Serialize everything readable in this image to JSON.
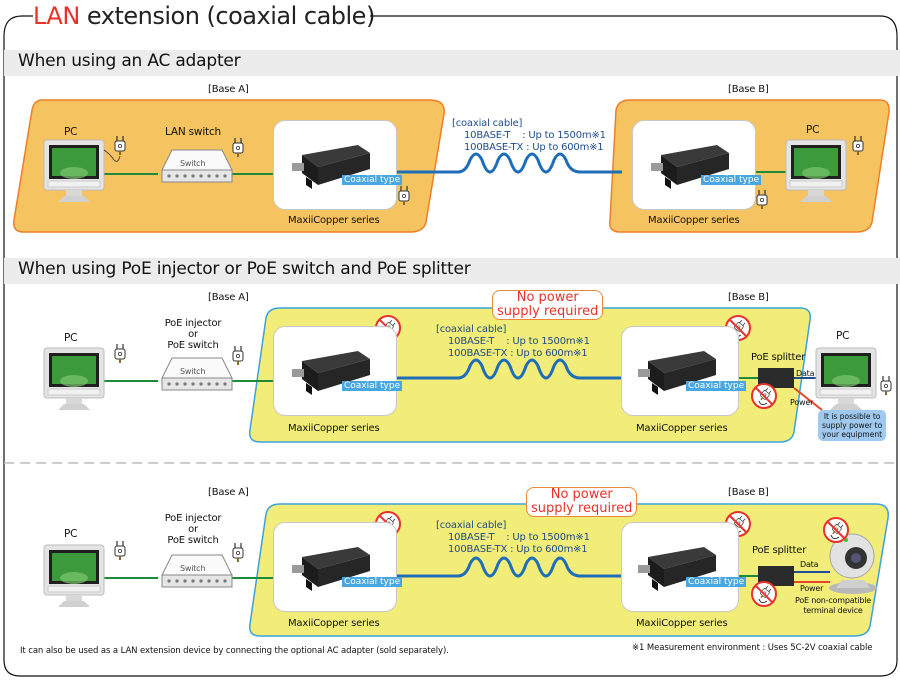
{
  "title": {
    "accent": "LAN",
    "rest": " extension (coaxial cable)"
  },
  "colors": {
    "accent": "#e8322b",
    "orange_zone": "#f5c35f",
    "orange_border": "#ee7f28",
    "yellow_zone": "#f2ec79",
    "yellow_border": "#3aa3dc",
    "coax_cable": "#1d6db8",
    "lan_cable": "#1f8a3a",
    "coax_tag": "#48a6e0",
    "power_line": "#e8452b"
  },
  "sections": [
    {
      "heading": "When using an AC adapter",
      "base_a": "[Base A]",
      "base_b": "[Base B]",
      "left_pc": "PC",
      "switch_label": "LAN switch",
      "switch_device_text": "Switch",
      "device_a_series": "MaxiiCopper series",
      "device_b_series": "MaxiiCopper series",
      "coax_tag": "Coaxial type",
      "cable": {
        "header": "[coaxial cable]",
        "line1": "10BASE-T    : Up to 1500m※1",
        "line2": "100BASE-TX : Up to 600m※1"
      },
      "right_pc": "PC"
    },
    {
      "heading": "When using PoE injector or PoE switch and PoE splitter",
      "base_a": "[Base A]",
      "base_b": "[Base B]",
      "left_pc": "PC",
      "switch_label": "PoE injector\nor\nPoE switch",
      "switch_device_text": "Switch",
      "no_power": "No power\nsupply required",
      "device_a_series": "MaxiiCopper series",
      "device_b_series": "MaxiiCopper series",
      "coax_tag": "Coaxial type",
      "cable": {
        "header": "[coaxial cable]",
        "line1": "10BASE-T    : Up to 1500m※1",
        "line2": "100BASE-TX : Up to 600m※1"
      },
      "splitter_label": "PoE splitter",
      "data_label": "Data",
      "power_label": "Power",
      "right_pc": "PC",
      "bubble": "It is possible to\nsupply power to\nyour equipment"
    },
    {
      "base_a": "[Base A]",
      "base_b": "[Base B]",
      "left_pc": "PC",
      "switch_label": "PoE injector\nor\nPoE switch",
      "switch_device_text": "Switch",
      "no_power": "No power\nsupply required",
      "device_a_series": "MaxiiCopper series",
      "device_b_series": "MaxiiCopper series",
      "coax_tag": "Coaxial type",
      "cable": {
        "header": "[coaxial cable]",
        "line1": "10BASE-T    : Up to 1500m※1",
        "line2": "100BASE-TX : Up to 600m※1"
      },
      "splitter_label": "PoE splitter",
      "data_label": "Data",
      "power_label": "Power",
      "terminal_label": "PoE non-compatible\nterminal device"
    }
  ],
  "footer": {
    "left_note": "It can also be used as a LAN extension device by connecting the optional AC adapter (sold separately).",
    "right_note": "※1 Measurement environment : Uses 5C-2V coaxial cable"
  }
}
